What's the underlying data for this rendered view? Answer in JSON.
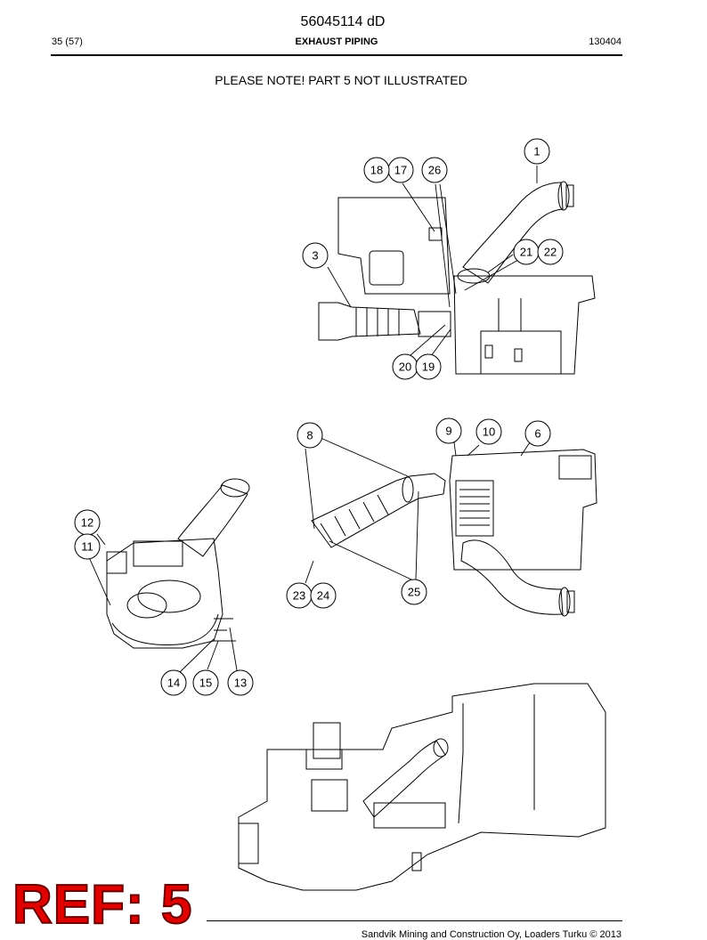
{
  "header": {
    "doc_number": "56045114 dD",
    "page_index": "35 (57)",
    "section_title": "EXHAUST PIPING",
    "revision": "130404"
  },
  "note": "PLEASE NOTE! PART 5 NOT ILLUSTRATED",
  "callouts": [
    "1",
    "3",
    "17",
    "18",
    "26",
    "21",
    "22",
    "20",
    "19",
    "9",
    "10",
    "6",
    "8",
    "25",
    "23",
    "24",
    "12",
    "11",
    "14",
    "15",
    "13"
  ],
  "stamp": "REF: 5",
  "footer": "Sandvik Mining and Construction Oy, Loaders Turku © 2013"
}
